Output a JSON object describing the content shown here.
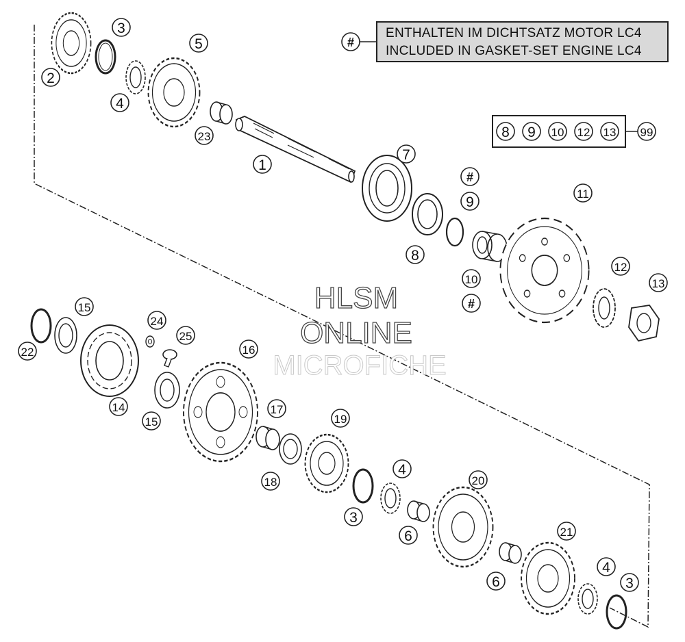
{
  "notice": {
    "symbol": "#",
    "line_de": "ENTHALTEN IM DICHTSATZ MOTOR LC4",
    "line_en": "INCLUDED IN GASKET-SET ENGINE LC4"
  },
  "kit": {
    "members": [
      "8",
      "9",
      "10",
      "12",
      "13"
    ],
    "kit_number": "99"
  },
  "watermark": {
    "line1": "HLSM",
    "line2": "ONLINE",
    "line3": "MICROFICHE"
  },
  "callouts": {
    "c1": "1",
    "c2": "2",
    "c3a": "3",
    "c3b": "3",
    "c3c": "3",
    "c4a": "4",
    "c4b": "4",
    "c4c": "4",
    "c5": "5",
    "c6a": "6",
    "c6b": "6",
    "c7": "7",
    "c8": "8",
    "c9": "9",
    "c10": "10",
    "c11": "11",
    "c12": "12",
    "c13": "13",
    "c14": "14",
    "c15a": "15",
    "c15b": "15",
    "c16": "16",
    "c17": "17",
    "c18": "18",
    "c19": "19",
    "c20": "20",
    "c21": "21",
    "c22": "22",
    "c23": "23",
    "c24": "24",
    "c25": "25",
    "hashA": "#",
    "hashB": "#"
  },
  "colors": {
    "line": "#222222",
    "fill": "#ffffff",
    "shade": "#d9d9d9"
  }
}
